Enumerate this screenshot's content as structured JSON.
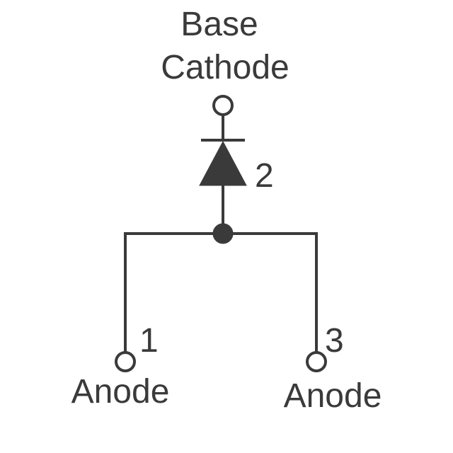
{
  "pins": {
    "base": {
      "name_line1": "Base",
      "name_line2": "Cathode",
      "number": "2"
    },
    "left": {
      "name": "Anode",
      "number": "1"
    },
    "right": {
      "name": "Anode",
      "number": "3"
    }
  },
  "colors": {
    "line": "#3a3a3a",
    "background": "#ffffff"
  }
}
